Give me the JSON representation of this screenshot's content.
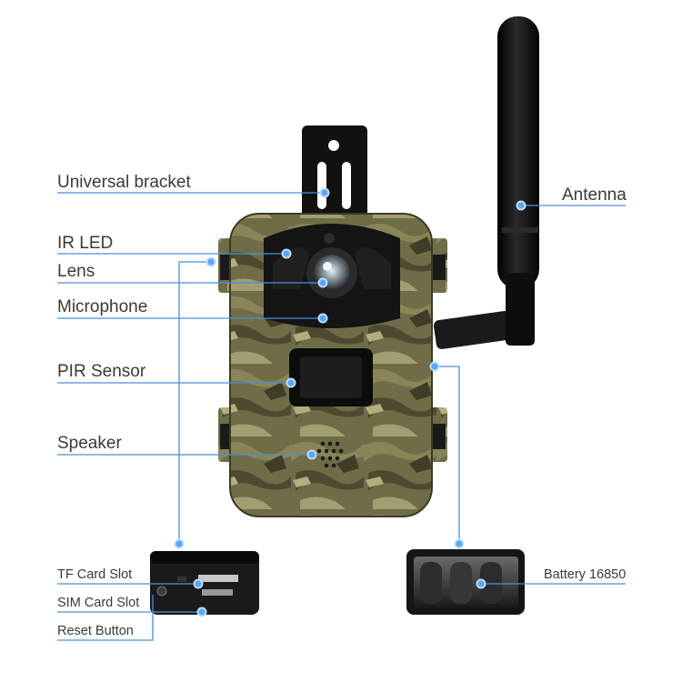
{
  "callouts": {
    "bracket": "Universal bracket",
    "ir_led": "IR LED",
    "lens": "Lens",
    "microphone": "Microphone",
    "pir": "PIR Sensor",
    "speaker": "Speaker",
    "antenna": "Antenna",
    "tf_slot": "TF Card Slot",
    "sim_slot": "SIM Card Slot",
    "reset": "Reset Button",
    "battery": "Battery 16850"
  },
  "colors": {
    "callout_line": "#4a90d9",
    "dot": "#5aa6f0",
    "camo_base": "#6b6a45",
    "antenna": "#111111"
  },
  "icons": [
    "trail-camera-body",
    "antenna",
    "bracket",
    "battery-compartment",
    "card-slot-panel"
  ]
}
